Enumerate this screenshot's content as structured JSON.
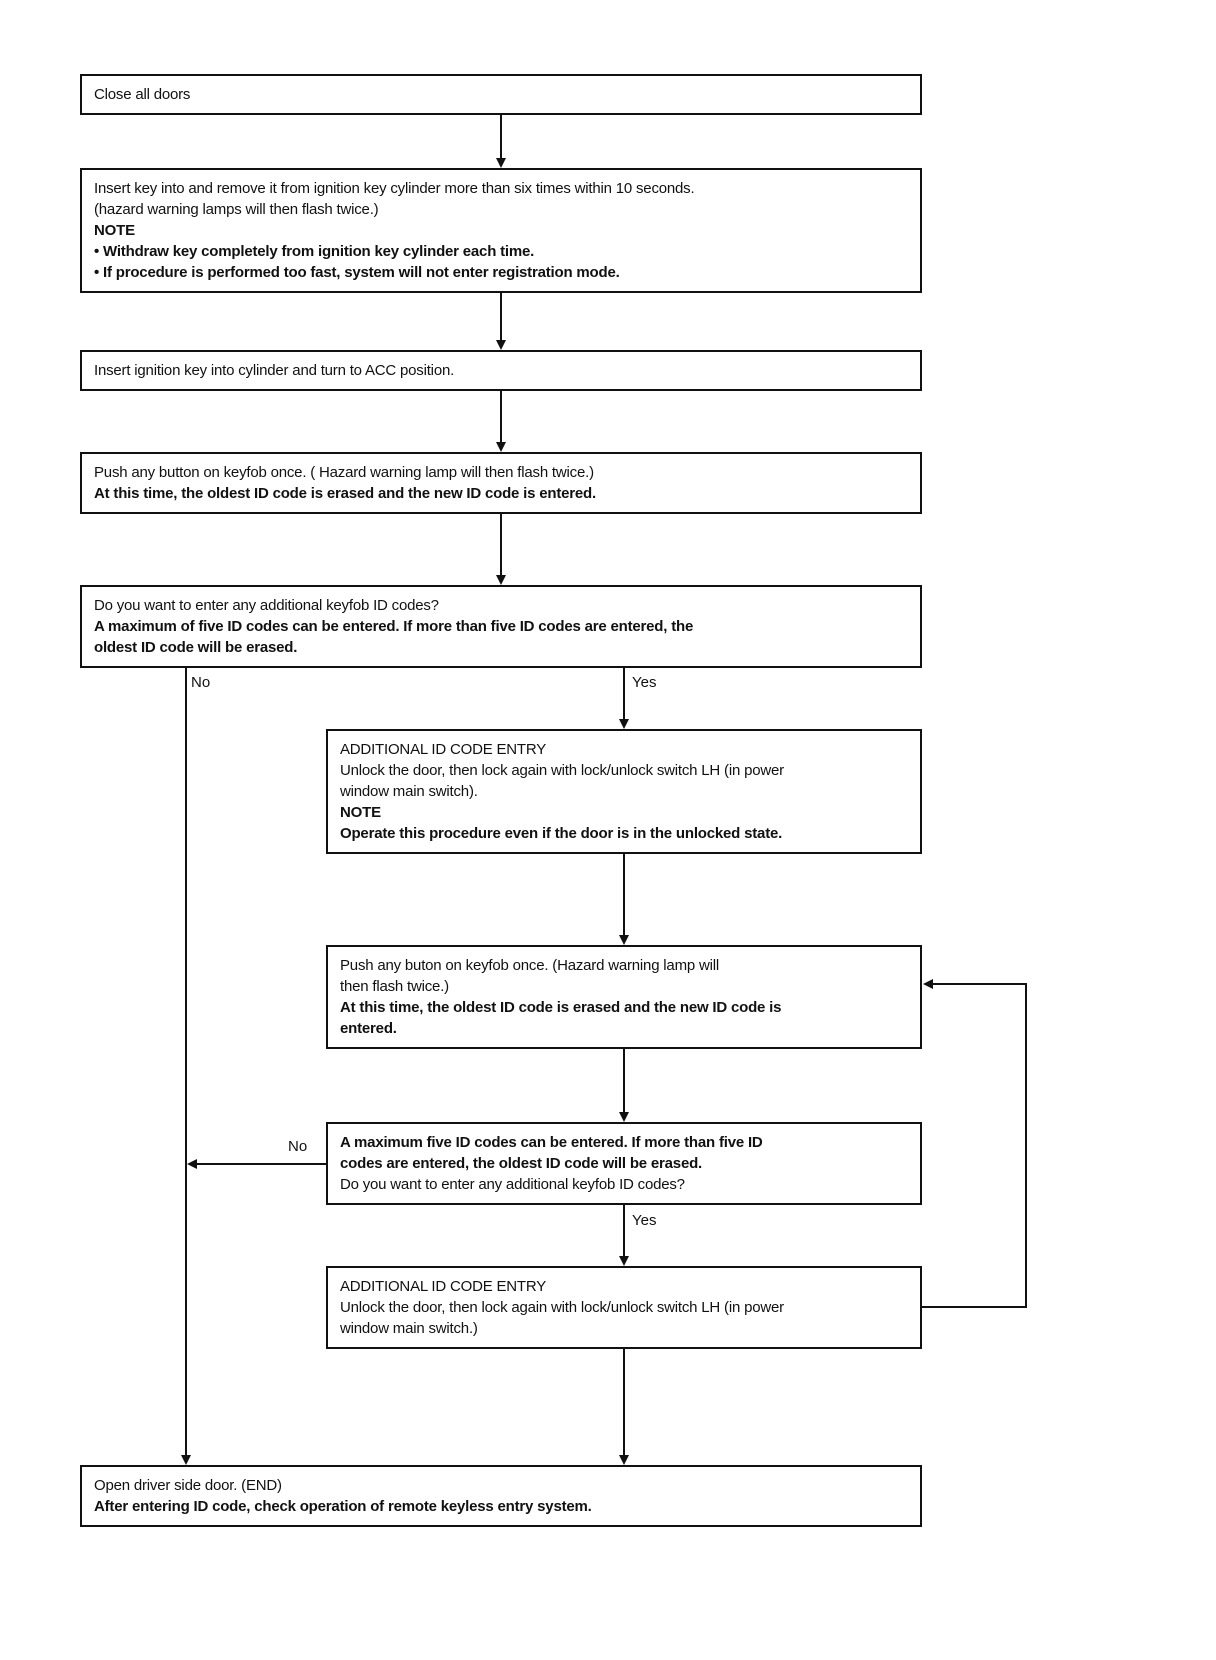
{
  "colors": {
    "ink": "#111111",
    "background": "#ffffff"
  },
  "connectors": {
    "no1": "No",
    "yes1": "Yes",
    "no2": "No",
    "yes2": "Yes"
  },
  "boxes": {
    "close_doors": {
      "lines": [
        "Close all doors"
      ]
    },
    "insert_remove_key": {
      "lines": [
        "Insert key into and remove it from ignition key cylinder more than six times within 10 seconds.",
        "(hazard warning lamps will then flash twice.)",
        "NOTE",
        "• Withdraw key completely from ignition key cylinder each time.",
        "• If procedure is performed too fast, system will not enter registration mode."
      ]
    },
    "acc_position": {
      "lines": [
        "Insert ignition key into cylinder and turn to ACC position."
      ]
    },
    "push_button": {
      "lines": [
        "Push any button on keyfob once. ( Hazard warning lamp will then flash twice.)",
        "At this time, the oldest ID code is erased and the new ID code is entered."
      ]
    },
    "decision_1": {
      "lines": [
        "Do you want to enter any additional keyfob ID codes?",
        "A maximum of five ID codes can be entered. If more than five ID codes are entered, the",
        "oldest ID code will be erased."
      ]
    },
    "id_entry_1": {
      "lines": [
        "ADDITIONAL ID CODE ENTRY",
        "Unlock the door, then lock again with lock/unlock switch LH (in power",
        "window main switch).",
        "NOTE",
        "Operate this procedure even if the door is in the unlocked state."
      ]
    },
    "push_button_2": {
      "lines": [
        "Push any buton on keyfob once. (Hazard warning lamp will",
        "then flash twice.)",
        "At this time, the oldest ID code is erased and the new ID code is",
        "entered."
      ]
    },
    "decision_2": {
      "lines": [
        "A maximum five ID codes can be entered. If more than five ID",
        "codes are entered, the oldest ID code will be erased.",
        "Do you want to enter any additional keyfob ID codes?"
      ]
    },
    "id_entry_2": {
      "lines": [
        "ADDITIONAL ID CODE ENTRY",
        "Unlock the door, then lock again with lock/unlock switch LH (in power",
        "window main switch.)"
      ]
    },
    "open_door_end": {
      "lines": [
        "Open driver side door. (END)",
        "After entering ID code, check operation of remote keyless entry system."
      ]
    }
  }
}
